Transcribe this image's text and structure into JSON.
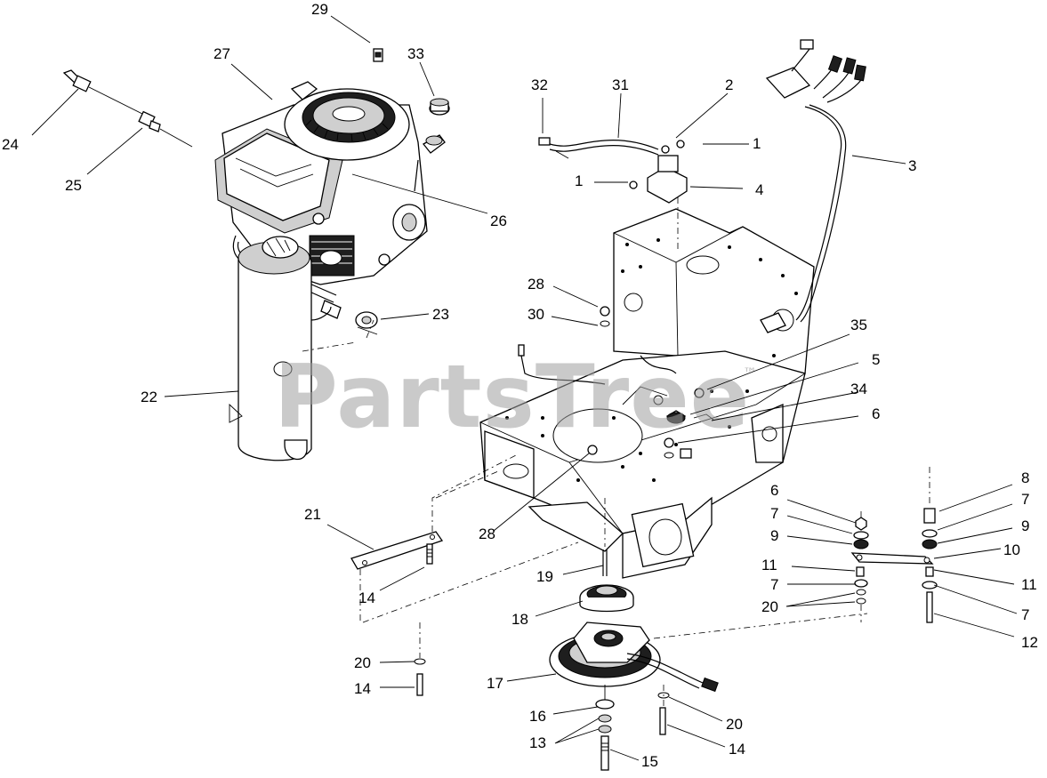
{
  "watermark": {
    "text": "PartsTree",
    "trademark": "™"
  },
  "callouts": [
    {
      "id": "c29",
      "text": "29"
    },
    {
      "id": "c27",
      "text": "27"
    },
    {
      "id": "c33",
      "text": "33"
    },
    {
      "id": "c24",
      "text": "24"
    },
    {
      "id": "c25",
      "text": "25"
    },
    {
      "id": "c26",
      "text": "26"
    },
    {
      "id": "c32",
      "text": "32"
    },
    {
      "id": "c31",
      "text": "31"
    },
    {
      "id": "c2",
      "text": "2"
    },
    {
      "id": "c1a",
      "text": "1"
    },
    {
      "id": "c1b",
      "text": "1"
    },
    {
      "id": "c4",
      "text": "4"
    },
    {
      "id": "c3",
      "text": "3"
    },
    {
      "id": "c28a",
      "text": "28"
    },
    {
      "id": "c30",
      "text": "30"
    },
    {
      "id": "c23",
      "text": "23"
    },
    {
      "id": "c35",
      "text": "35"
    },
    {
      "id": "c5",
      "text": "5"
    },
    {
      "id": "c34",
      "text": "34"
    },
    {
      "id": "c6a",
      "text": "6"
    },
    {
      "id": "c22",
      "text": "22"
    },
    {
      "id": "c6b",
      "text": "6"
    },
    {
      "id": "c8",
      "text": "8"
    },
    {
      "id": "c7a",
      "text": "7"
    },
    {
      "id": "c7b",
      "text": "7"
    },
    {
      "id": "c9a",
      "text": "9"
    },
    {
      "id": "c9b",
      "text": "9"
    },
    {
      "id": "c10",
      "text": "10"
    },
    {
      "id": "c11a",
      "text": "11"
    },
    {
      "id": "c11b",
      "text": "11"
    },
    {
      "id": "c7c",
      "text": "7"
    },
    {
      "id": "c7d",
      "text": "7"
    },
    {
      "id": "c20a",
      "text": "20"
    },
    {
      "id": "c12",
      "text": "12"
    },
    {
      "id": "c21",
      "text": "21"
    },
    {
      "id": "c28b",
      "text": "28"
    },
    {
      "id": "c19",
      "text": "19"
    },
    {
      "id": "c14a",
      "text": "14"
    },
    {
      "id": "c18",
      "text": "18"
    },
    {
      "id": "c20b",
      "text": "20"
    },
    {
      "id": "c14b",
      "text": "14"
    },
    {
      "id": "c17",
      "text": "17"
    },
    {
      "id": "c16",
      "text": "16"
    },
    {
      "id": "c20c",
      "text": "20"
    },
    {
      "id": "c13",
      "text": "13"
    },
    {
      "id": "c14c",
      "text": "14"
    },
    {
      "id": "c15",
      "text": "15"
    }
  ]
}
